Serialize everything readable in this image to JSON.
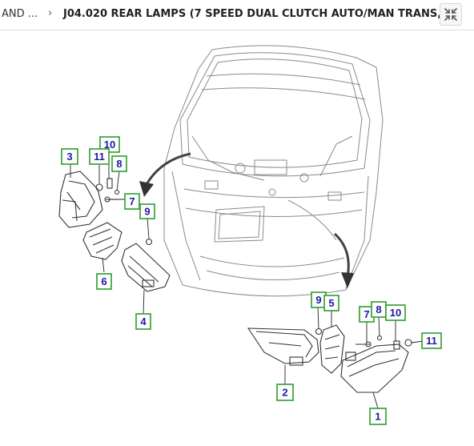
{
  "header": {
    "breadcrumb_prev": "AND ...",
    "separator": "›",
    "title": "J04.020 REAR LAMPS (7 SPEED DUAL CLUTCH AUTO/MAN TRANS, ...",
    "collapse_icon": "collapse-arrows-icon"
  },
  "diagram": {
    "callouts": [
      {
        "id": "c3",
        "label": "3"
      },
      {
        "id": "c10a",
        "label": "10"
      },
      {
        "id": "c11a",
        "label": "11"
      },
      {
        "id": "c8a",
        "label": "8"
      },
      {
        "id": "c7a",
        "label": "7"
      },
      {
        "id": "c9a",
        "label": "9"
      },
      {
        "id": "c6",
        "label": "6"
      },
      {
        "id": "c4",
        "label": "4"
      },
      {
        "id": "c9b",
        "label": "9"
      },
      {
        "id": "c5",
        "label": "5"
      },
      {
        "id": "c7b",
        "label": "7"
      },
      {
        "id": "c8b",
        "label": "8"
      },
      {
        "id": "c10b",
        "label": "10"
      },
      {
        "id": "c11b",
        "label": "11"
      },
      {
        "id": "c2",
        "label": "2"
      },
      {
        "id": "c1",
        "label": "1"
      }
    ]
  }
}
